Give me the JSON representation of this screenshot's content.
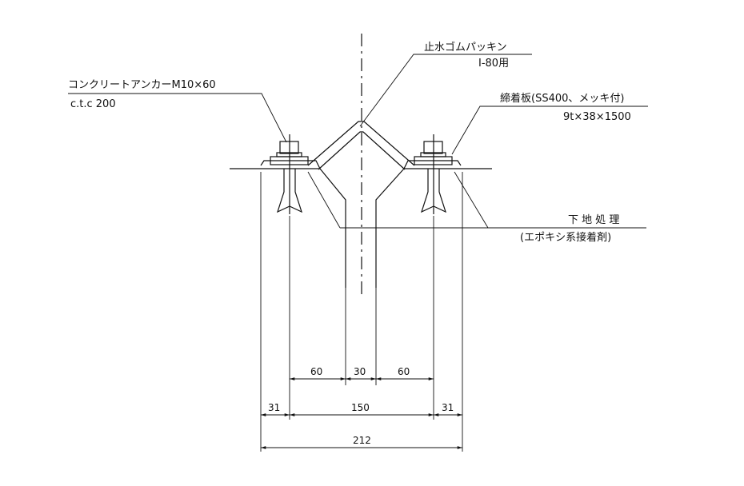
{
  "labels": {
    "waterstop_title": "止水ゴムパッキン",
    "waterstop_sub": "I-80用",
    "anchor_title": "コンクリートアンカーM10×60",
    "anchor_sub": "c.t.c 200",
    "plate_title": "締着板(SS400、メッキ付)",
    "plate_sub": "9t×38×1500",
    "primer_title": "下 地 処 理",
    "primer_sub": "(エポキシ系接着剤)"
  },
  "dimensions": {
    "d60_left": "60",
    "d30": "30",
    "d60_right": "60",
    "d31_left": "31",
    "d150": "150",
    "d31_right": "31",
    "d212": "212"
  }
}
